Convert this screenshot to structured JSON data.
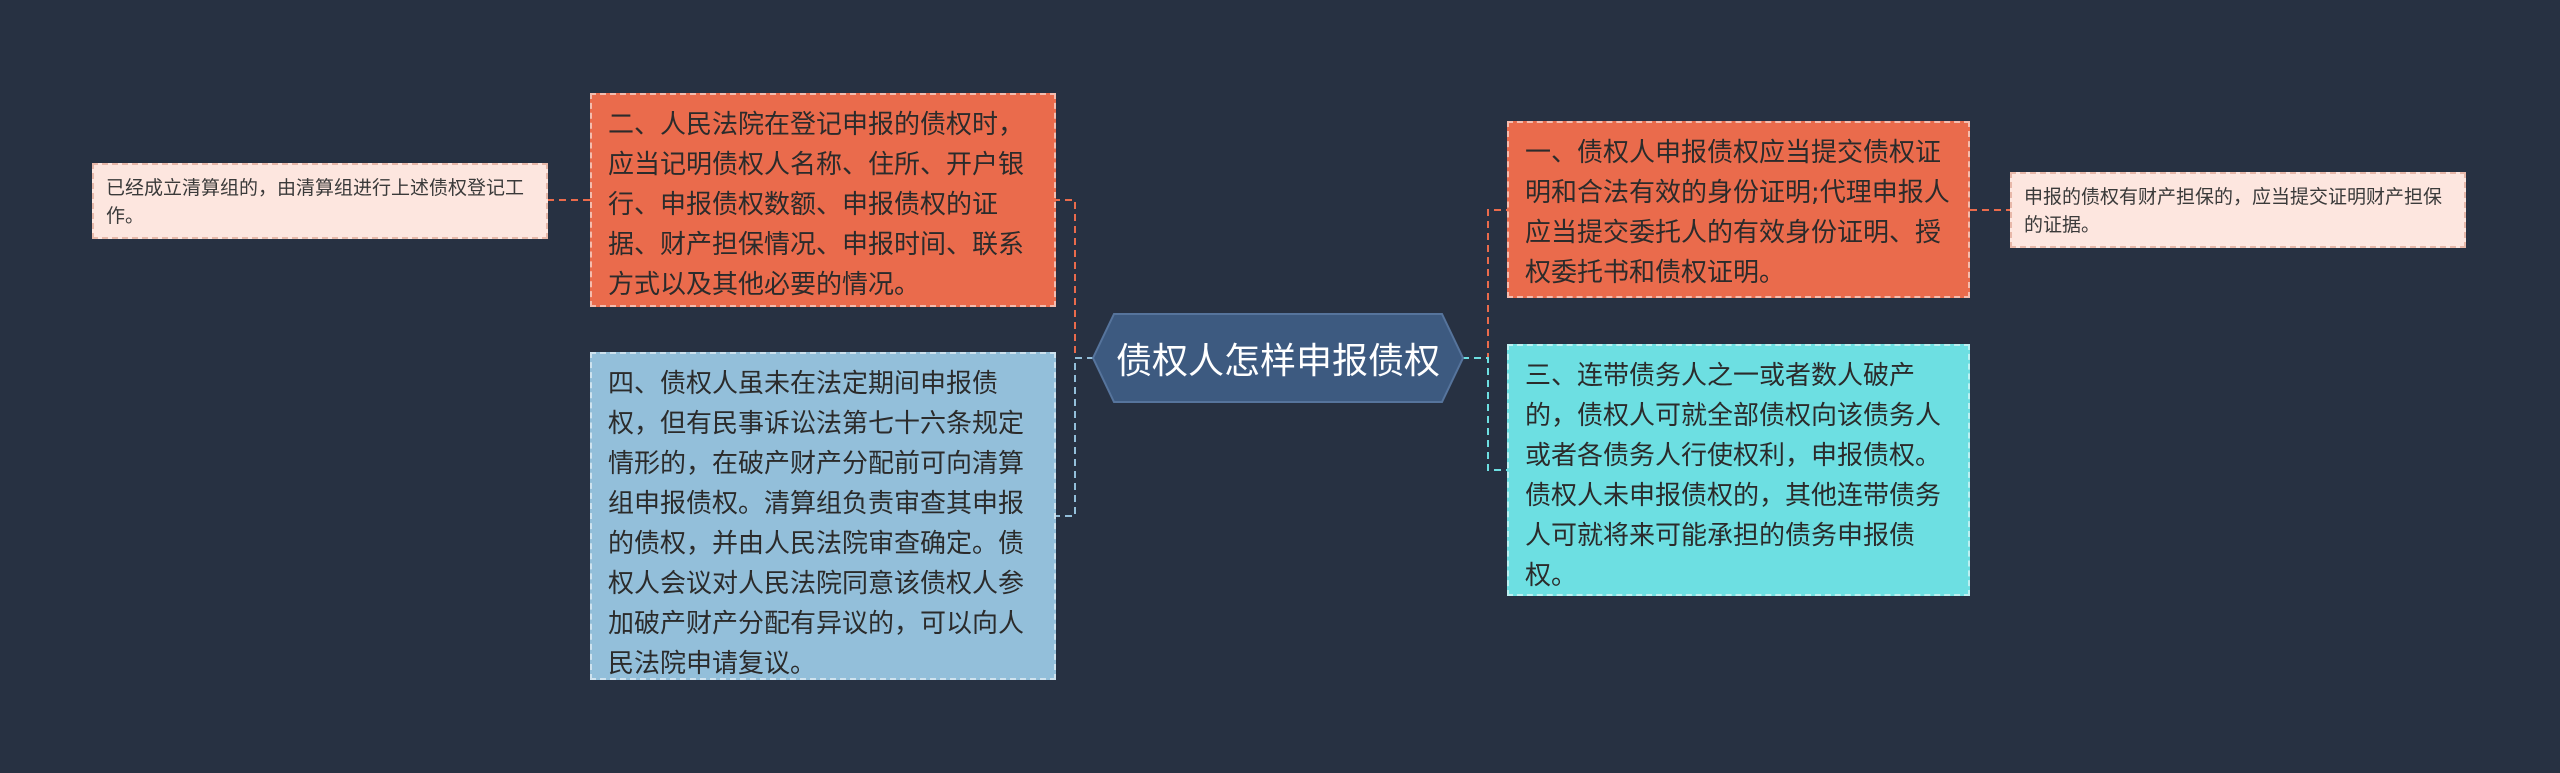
{
  "center": {
    "title": "债权人怎样申报债权"
  },
  "nodes": {
    "left_top": {
      "text": "二、人民法院在登记申报的债权时，应当记明债权人名称、住所、开户银行、申报债权数额、申报债权的证据、财产担保情况、申报时间、联系方式以及其他必要的情况。"
    },
    "left_top_note": {
      "text": "已经成立清算组的，由清算组进行上述债权登记工作。"
    },
    "left_bottom": {
      "text": "四、债权人虽未在法定期间申报债权，但有民事诉讼法第七十六条规定情形的，在破产财产分配前可向清算组申报债权。清算组负责审查其申报的债权，并由人民法院审查确定。债权人会议对人民法院同意该债权人参加破产财产分配有异议的，可以向人民法院申请复议。"
    },
    "right_top": {
      "text": "一、债权人申报债权应当提交债权证明和合法有效的身份证明;代理申报人应当提交委托人的有效身份证明、授权委托书和债权证明。"
    },
    "right_top_note": {
      "text": "申报的债权有财产担保的，应当提交证明财产担保的证据。"
    },
    "right_bottom": {
      "text": "三、连带债务人之一或者数人破产的，债权人可就全部债权向该债务人或者各债务人行使权利，申报债权。债权人未申报债权的，其他连带债务人可就将来可能承担的债务申报债权。"
    }
  },
  "colors": {
    "background": "#273142",
    "center": "#3d5a80",
    "orange": "#ea6b4c",
    "blue": "#93bfda",
    "cyan": "#6ddfe2",
    "note": "#fde6df"
  }
}
